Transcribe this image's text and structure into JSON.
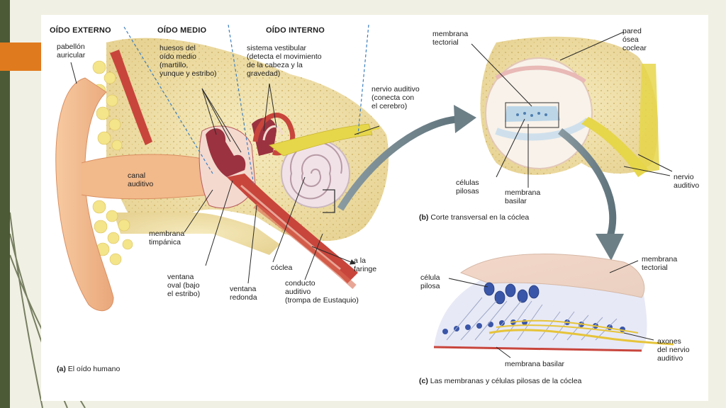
{
  "section_headers": {
    "outer": "OÍDO EXTERNO",
    "middle": "OÍDO MEDIO",
    "inner": "OÍDO INTERNO"
  },
  "labels": {
    "pinna": "pabellón\nauricular",
    "ossicles": "huesos del\noído medio\n(martillo,\nyunque y estribo)",
    "vestibular": "sistema vestibular\n(detecta el movimiento\nde la cabeza y la\ngravedad)",
    "auditory_nerve": "nervio auditivo\n(conecta con\nel cerebro)",
    "ear_canal": "canal\nauditivo",
    "eardrum": "membrana\ntimpánica",
    "oval_window": "ventana\noval (bajo\nel estribo)",
    "round_window": "ventana\nredonda",
    "cochlea": "cóclea",
    "eustachian": "conducto\nauditivo\n(trompa de Eustaquio)",
    "pharynx": "a la\nfaringe",
    "b_tectorial": "membrana\ntectorial",
    "b_bony_wall": "pared\nósea\ncoclear",
    "b_hair_cells": "células\npilosas",
    "b_basilar": "membrana\nbasilar",
    "b_nerve": "nervio\nauditivo",
    "c_hair_cell": "célula\npilosa",
    "c_tectorial": "membrana\ntectorial",
    "c_axons": "axones\ndel nervio\nauditivo",
    "c_basilar": "membrana basilar"
  },
  "captions": {
    "a_letter": "(a)",
    "a_text": "El oído humano",
    "b_letter": "(b)",
    "b_text": "Corte transversal en la cóclea",
    "c_letter": "(c)",
    "c_text": "Las membranas y células pilosas de la cóclea"
  },
  "colors": {
    "slide_bg": "#f1f0e4",
    "panel_bg": "#ffffff",
    "accent_orange": "#e07a1e",
    "left_bar": "#4c5a35",
    "bone": "#eedfa8",
    "skin": "#f2b98a",
    "nerve": "#e6d64a",
    "muscle": "#c8453c",
    "arrow": "#6d7f86"
  }
}
